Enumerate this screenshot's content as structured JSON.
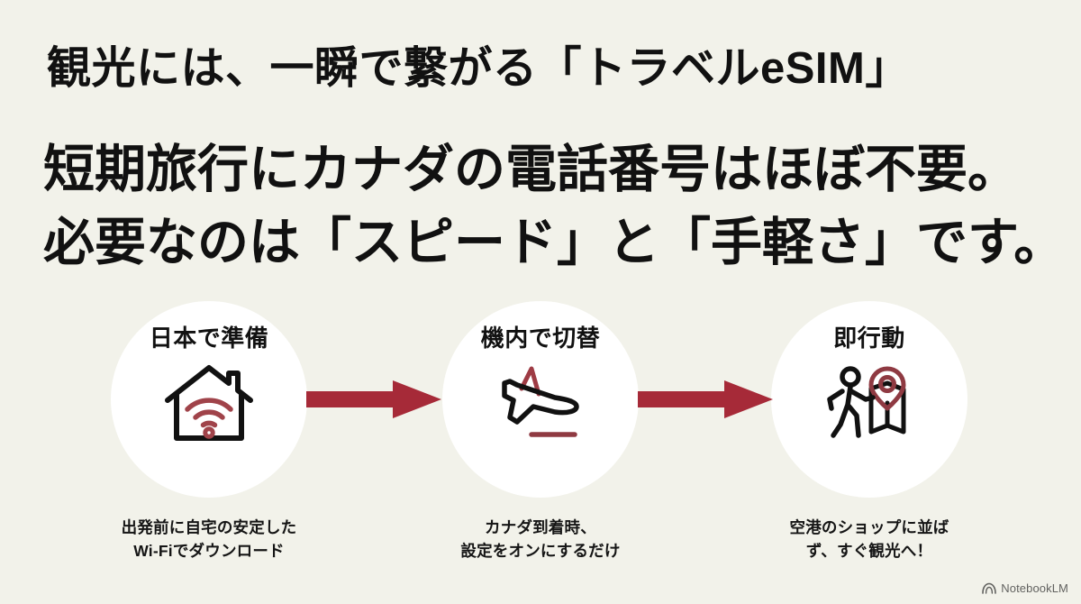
{
  "slide": {
    "background_color": "#f2f2ea",
    "accent_color": "#a62a38",
    "text_color": "#111111",
    "title": "観光には、一瞬で繋がる「トラベルeSIM」",
    "headline_line_1": "短期旅行にカナダの電話番号はほぼ不要。",
    "headline_line_2": "必要なのは「スピード」と「手軽さ」です。"
  },
  "steps": [
    {
      "label": "日本で準備",
      "icon": "house-wifi-icon",
      "caption_line_1": "出発前に自宅の安定した",
      "caption_line_2": "Wi-Fiでダウンロード"
    },
    {
      "label": "機内で切替",
      "icon": "airplane-takeoff-icon",
      "caption_line_1": "カナダ到着時、",
      "caption_line_2": "設定をオンにするだけ"
    },
    {
      "label": "即行動",
      "icon": "walking-person-map-pin-icon",
      "caption_line_1": "空港のショップに並ば",
      "caption_line_2": "ず、すぐ観光へ！"
    }
  ],
  "arrows": [
    {
      "name": "arrow-step1-to-step2",
      "direction": "right",
      "color": "#a62a38"
    },
    {
      "name": "arrow-step2-to-step3",
      "direction": "right",
      "color": "#a62a38"
    }
  ],
  "watermark": {
    "label": "NotebookLM",
    "icon": "notebooklm-logo-icon"
  }
}
